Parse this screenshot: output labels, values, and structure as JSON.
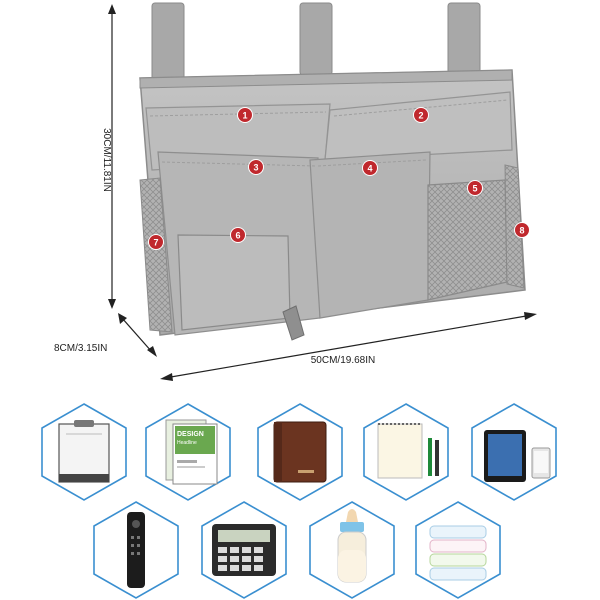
{
  "dimensions": {
    "height_label": "30CM/11.81IN",
    "depth_label": "8CM/3.15IN",
    "width_label": "50CM/19.68IN"
  },
  "pockets": [
    {
      "number": "1"
    },
    {
      "number": "2"
    },
    {
      "number": "3"
    },
    {
      "number": "4"
    },
    {
      "number": "5"
    },
    {
      "number": "6"
    },
    {
      "number": "7"
    },
    {
      "number": "8"
    }
  ],
  "colors": {
    "fabric": "#b8b8b8",
    "fabric_dark": "#9a9a9a",
    "fabric_light": "#c8c8c8",
    "badge": "#c0282d",
    "hexagon_outline": "#3a8fd0"
  },
  "items": [
    {
      "icon": "clipboard-icon"
    },
    {
      "icon": "design-magazine-icon",
      "cover_title": "DESIGN",
      "cover_subtitle": "Headline"
    },
    {
      "icon": "notebook-icon"
    },
    {
      "icon": "notepad-pens-icon"
    },
    {
      "icon": "tablet-phone-icon"
    },
    {
      "icon": "tv-remote-icon"
    },
    {
      "icon": "calculator-icon"
    },
    {
      "icon": "baby-bottle-icon"
    },
    {
      "icon": "diapers-icon"
    }
  ]
}
